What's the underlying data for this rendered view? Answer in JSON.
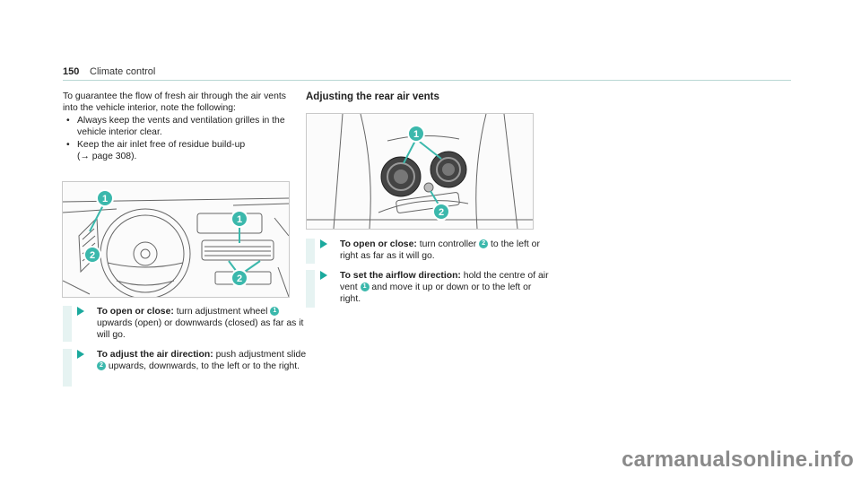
{
  "header": {
    "page_number": "150",
    "title": "Climate control"
  },
  "intro": {
    "text": "To guarantee the flow of fresh air through the air vents into the vehicle interior, note the following:",
    "bullets": [
      "Always keep the vents and ventilation grilles in the vehicle interior clear.",
      "Keep the air inlet free of residue build-up",
      "(→ page 308)."
    ]
  },
  "left_steps": [
    {
      "title": "To open or close:",
      "text_a": "turn adjustment wheel",
      "callout": "1",
      "text_b": "upwards (open) or downwards (closed) as far as it will go."
    },
    {
      "title": "To adjust the air direction:",
      "text_a": "push adjustment slide",
      "callout": "2",
      "text_b": "upwards, downwards, to the left or to the right."
    }
  ],
  "rear": {
    "title": "Adjusting the rear air vents",
    "steps": [
      {
        "title": "To open or close:",
        "text_a": "turn controller",
        "callout": "2",
        "text_b": "to the left or right as far as it will go."
      },
      {
        "title": "To set the airflow direction:",
        "text_a": "hold the centre of air vent",
        "callout": "1",
        "text_b": "and move it up or down or to the left or right."
      }
    ]
  },
  "figure_callouts": {
    "one": "1",
    "two": "2"
  },
  "colors": {
    "accent": "#3bb8ac",
    "arrow": "#1aa99d",
    "bar": "#e6f3f2",
    "rule": "#b9d7d4"
  },
  "watermark": "carmanualsonline.info"
}
